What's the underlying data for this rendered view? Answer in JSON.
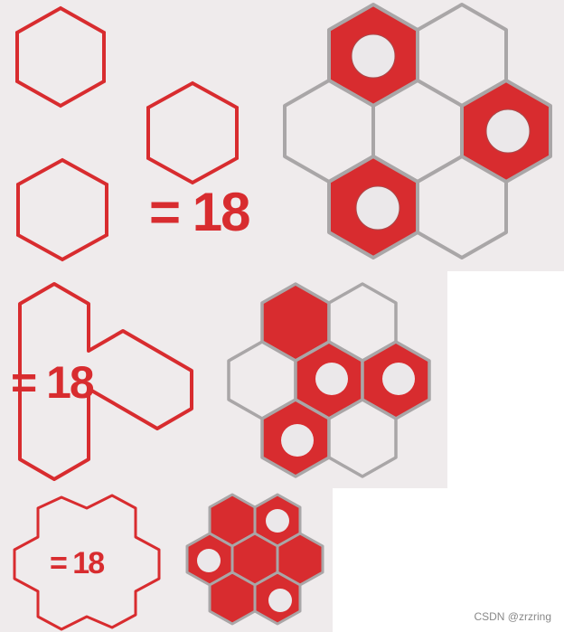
{
  "colors": {
    "red": "#d82c2f",
    "panel_bg": "#efebec",
    "grid_gray": "#a9a6a7",
    "hole": "#ebe8ea"
  },
  "panels": [
    {
      "id": "top",
      "equation": "= 18"
    },
    {
      "id": "middle",
      "equation": "= 18"
    },
    {
      "id": "bottom",
      "equation": "= 18"
    }
  ],
  "watermark": "CSDN @zrzring"
}
